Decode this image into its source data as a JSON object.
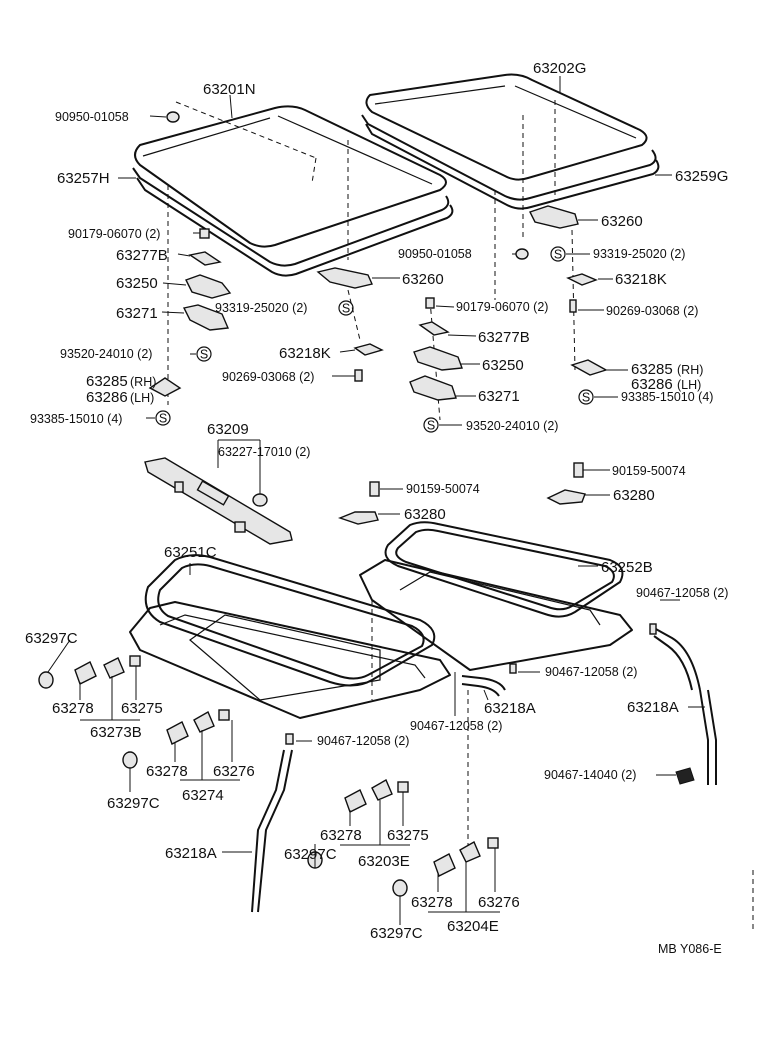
{
  "labels": {
    "l_63201N": "63201N",
    "l_90950_a": "90950-01058",
    "l_63257H": "63257H",
    "l_63202G": "63202G",
    "l_63259G": "63259G",
    "l_63260_r": "63260",
    "l_90179_a": "90179-06070 (2)",
    "l_63277B_a": "63277B",
    "l_63250_a": "63250",
    "l_63271_a": "63271",
    "l_93319_a": "93319-25020 (2)",
    "l_63260_l": "63260",
    "l_90950_b": "90950-01058",
    "l_93319_b": "93319-25020 (2)",
    "l_63218K_r": "63218K",
    "l_90179_b": "90179-06070 (2)",
    "l_90269_r": "90269-03068 (2)",
    "l_63277B_b": "63277B",
    "l_93520_a": "93520-24010 (2)",
    "l_63218K_l": "63218K",
    "l_63250_b": "63250",
    "l_63285_a": "63285",
    "l_rh_a": "(RH)",
    "l_63286_a": "63286",
    "l_lh_a": "(LH)",
    "l_90269_l": "90269-03068 (2)",
    "l_63285_b": "63285",
    "l_rh_b": "(RH)",
    "l_63286_b": "63286",
    "l_lh_b": "(LH)",
    "l_63271_b": "63271",
    "l_93385_a": "93385-15010 (4)",
    "l_93385_b": "93385-15010 (4)",
    "l_93520_b": "93520-24010 (2)",
    "l_63209": "63209",
    "l_63227": "63227-17010 (2)",
    "l_90159_a": "90159-50074",
    "l_90159_b": "90159-50074",
    "l_63280_a": "63280",
    "l_63280_b": "63280",
    "l_63251C": "63251C",
    "l_63252B": "63252B",
    "l_90467_a": "90467-12058 (2)",
    "l_63297C_a": "63297C",
    "l_90467_b": "90467-12058 (2)",
    "l_63278_a": "63278",
    "l_63275_a": "63275",
    "l_63218A_c": "63218A",
    "l_63218A_r": "63218A",
    "l_63273B": "63273B",
    "l_90467_c": "90467-12058 (2)",
    "l_90467_d": "90467-12058 (2)",
    "l_63278_b": "63278",
    "l_63276_a": "63276",
    "l_63274": "63274",
    "l_90467_e": "90467-14040 (2)",
    "l_63297C_b": "63297C",
    "l_63278_c": "63278",
    "l_63275_b": "63275",
    "l_63218A_l": "63218A",
    "l_63297C_c": "63297C",
    "l_63203E": "63203E",
    "l_63278_d": "63278",
    "l_63276_b": "63276",
    "l_63297C_d": "63297C",
    "l_63204E": "63204E",
    "l_code": "MB  Y086-E"
  },
  "symbols": {
    "s_mark": "S"
  }
}
